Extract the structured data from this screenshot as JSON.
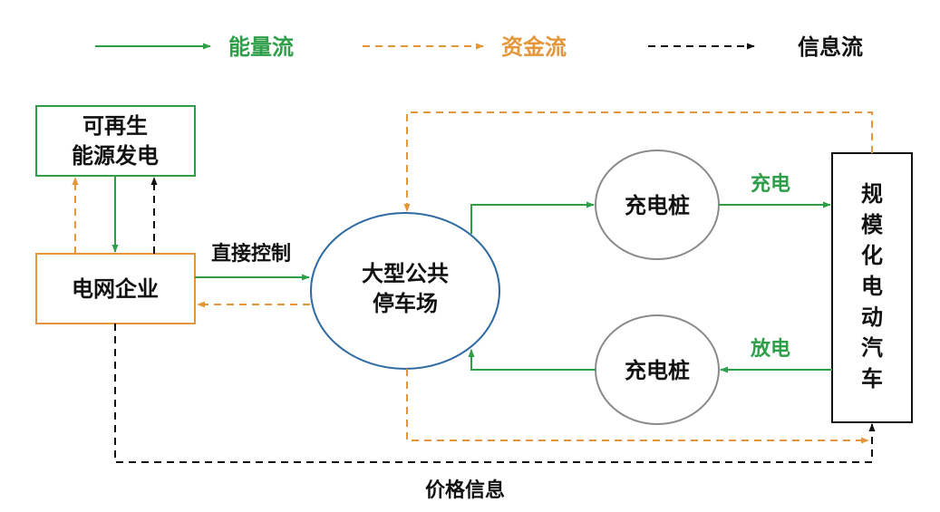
{
  "legend": {
    "energy": "能量流",
    "money": "资金流",
    "info": "信息流"
  },
  "colors": {
    "energy": "#2e9e48",
    "money": "#e3963a",
    "info": "#111111",
    "grid_box": "#e3963a",
    "renewable_box": "#2e9e48",
    "parking_ellipse": "#2f6aa3",
    "charger_ellipse": "#8a8a8a",
    "ev_box": "#111111"
  },
  "nodes": {
    "renewable": {
      "line1": "可再生",
      "line2": "能源发电"
    },
    "grid": {
      "label": "电网企业"
    },
    "parking": {
      "line1": "大型公共",
      "line2": "停车场"
    },
    "charger_top": {
      "label": "充电桩"
    },
    "charger_bottom": {
      "label": "充电桩"
    },
    "ev": {
      "chars": [
        "规",
        "模",
        "化",
        "电",
        "动",
        "汽",
        "车"
      ]
    }
  },
  "edges": {
    "direct_control": "直接控制",
    "charge": "充电",
    "discharge": "放电",
    "price_info": "价格信息"
  }
}
